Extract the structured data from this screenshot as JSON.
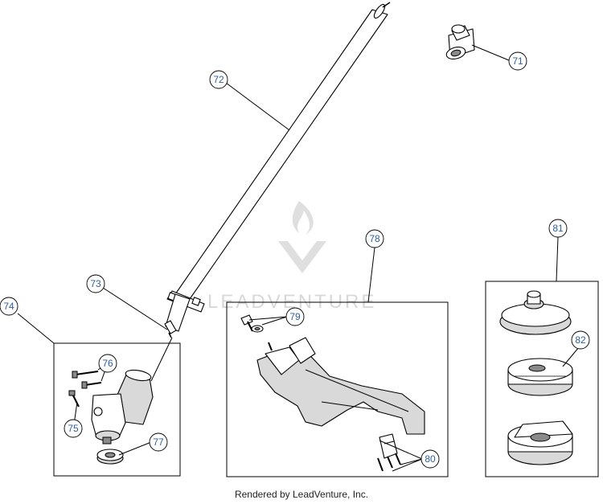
{
  "watermark": {
    "text": "LEADVENTURE"
  },
  "footer": {
    "text": "Rendered by LeadVenture, Inc."
  },
  "callouts": {
    "c71": "71",
    "c72": "72",
    "c73": "73",
    "c74": "74",
    "c75": "75",
    "c76": "76",
    "c77": "77",
    "c78": "78",
    "c79": "79",
    "c80": "80",
    "c81": "81",
    "c82": "82"
  },
  "colors": {
    "callout_text": "#2f5f9e",
    "line": "#000000",
    "watermark": "#d4d4d4"
  }
}
